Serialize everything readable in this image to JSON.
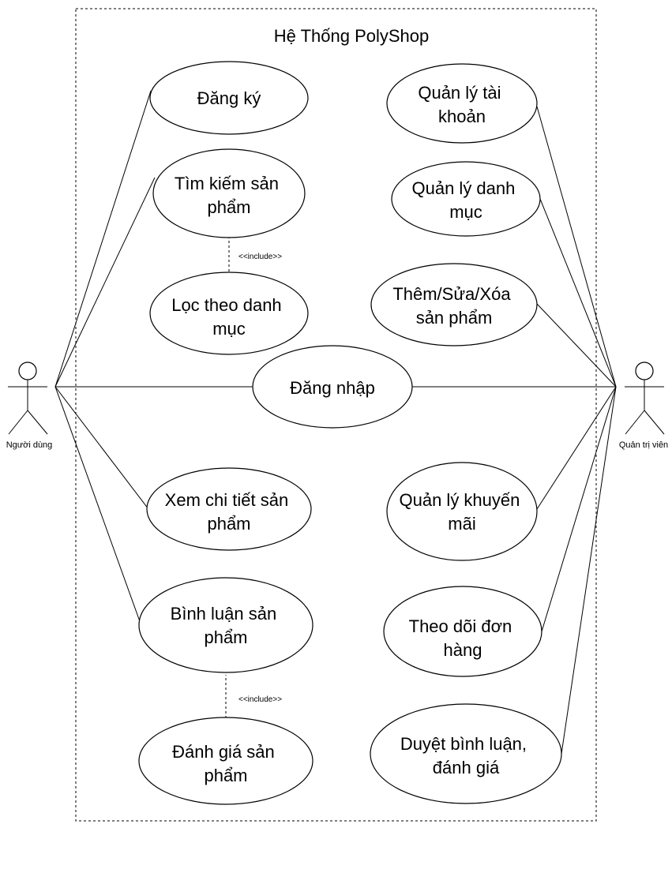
{
  "system": {
    "title": "Hệ Thống PolyShop"
  },
  "actors": {
    "user": {
      "label": "Người dùng"
    },
    "admin": {
      "label": "Quản trị viên"
    }
  },
  "usecases": {
    "dang_ky": [
      "Đăng ký"
    ],
    "tim_kiem": [
      "Tìm kiếm sản",
      "phẩm"
    ],
    "loc_danh_muc": [
      "Lọc theo danh",
      "mục"
    ],
    "dang_nhap": [
      "Đăng nhập"
    ],
    "xem_chi_tiet": [
      "Xem chi tiết sản",
      "phẩm"
    ],
    "binh_luan": [
      "Bình luận sản",
      "phẩm"
    ],
    "danh_gia": [
      "Đánh giá sản",
      "phẩm"
    ],
    "ql_tai_khoan": [
      "Quản lý tài",
      "khoản"
    ],
    "ql_danh_muc": [
      "Quản lý danh",
      "mục"
    ],
    "them_sua_xoa": [
      "Thêm/Sửa/Xóa",
      "sản phẩm"
    ],
    "ql_khuyen_mai": [
      "Quản lý khuyến",
      "mãi"
    ],
    "theo_doi_don": [
      "Theo dõi đơn",
      "hàng"
    ],
    "duyet_binh_luan": [
      "Duyệt bình luận,",
      "đánh giá"
    ]
  },
  "relations": {
    "include_1": "<<include>>",
    "include_2": "<<include>>"
  }
}
